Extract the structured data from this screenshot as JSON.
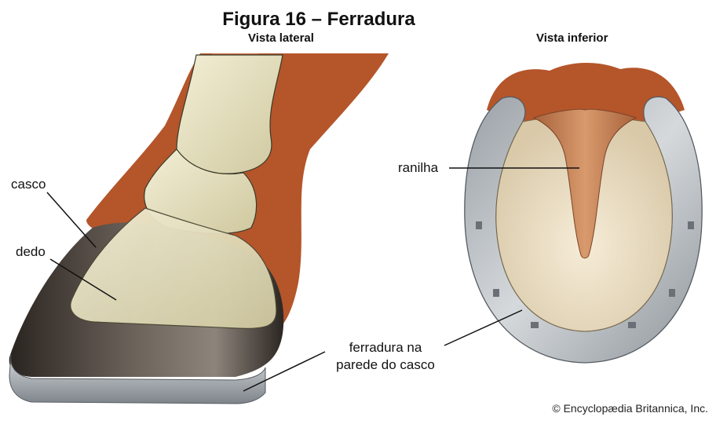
{
  "figure": {
    "title": "Figura 16 – Ferradura",
    "views": {
      "lateral": "Vista lateral",
      "inferior": "Vista inferior"
    }
  },
  "labels": {
    "casco": "casco",
    "dedo": "dedo",
    "ranilha": "ranilha",
    "ferradura_line1": "ferradura na",
    "ferradura_line2": "parede do casco"
  },
  "credit": "© Encyclopædia Britannica, Inc.",
  "colors": {
    "hair": "#b5552a",
    "bone": "#e9e3c0",
    "hoof_dark": "#3b3530",
    "horseshoe": "#b9bec3",
    "sole": "#efe3c8",
    "frog": "#c98458"
  }
}
